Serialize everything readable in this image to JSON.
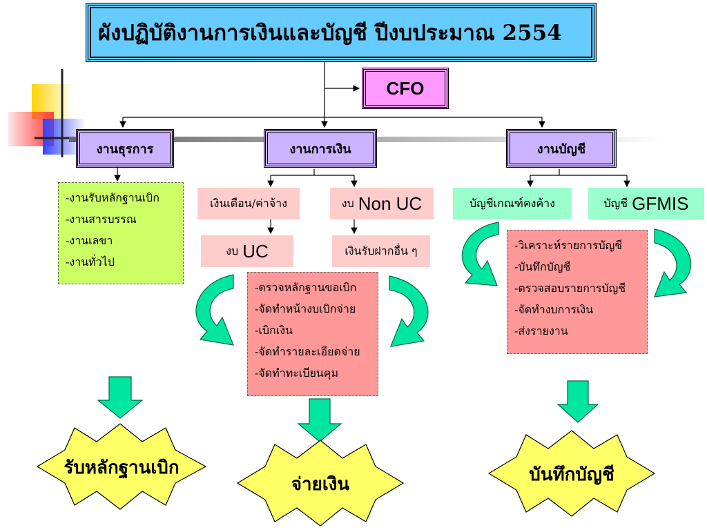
{
  "title": "ผังปฏิบัติงานการเงินและบัญชี ปีงบประมาณ  2554",
  "cfo": "CFO",
  "departments": {
    "admin": "งานธุรการ",
    "finance": "งานการเงิน",
    "accounting": "งานบัญชี"
  },
  "admin_tasks": [
    "-งานรับหลักฐานเบิก",
    "-งานสารบรรณ",
    "-งานเลขา",
    "-งานทั่วไป"
  ],
  "finance_sub": {
    "salary": "เงินเดือน/ค่าจ้าง",
    "non_uc_prefix": "งบ",
    "non_uc_big": "Non UC",
    "uc_prefix": "งบ",
    "uc_big": "UC",
    "other_income": "เงินรับฝากอื่น ๆ"
  },
  "finance_tasks": [
    "-ตรวจหลักฐานขอเบิก",
    "-จัดทำหน้างบเบิกจ่าย",
    "-เบิกเงิน",
    "-จัดทำรายละเอียดจ่าย",
    "-จัดทำทะเบียนคุม"
  ],
  "accounting_sub": {
    "accrual": "บัญชีเกณฑ์คงค้าง",
    "gfmis_prefix": "บัญชี",
    "gfmis_big": "GFMIS"
  },
  "accounting_tasks": [
    "-วิเคราะห์รายการบัญชี",
    "-บันทึกบัญชี",
    "-ตรวจสอบรายการบัญชี",
    "-จัดทำงบการเงิน",
    "-ส่งรายงาน"
  ],
  "outcomes": {
    "receive": "รับหลักฐานเบิก",
    "pay": "จ่ายเงิน",
    "record": "บันทึกบัญชี"
  },
  "colors": {
    "title_bg": "#66ccff",
    "cfo_bg": "#ff99ff",
    "dept_bg": "#ccb3ff",
    "pink": "#ffcccc",
    "mint": "#99ffcc",
    "green_list": "#ccff66",
    "red_list": "#ff9999",
    "arrow": "#00e6a0",
    "burst": "#ffff66"
  }
}
